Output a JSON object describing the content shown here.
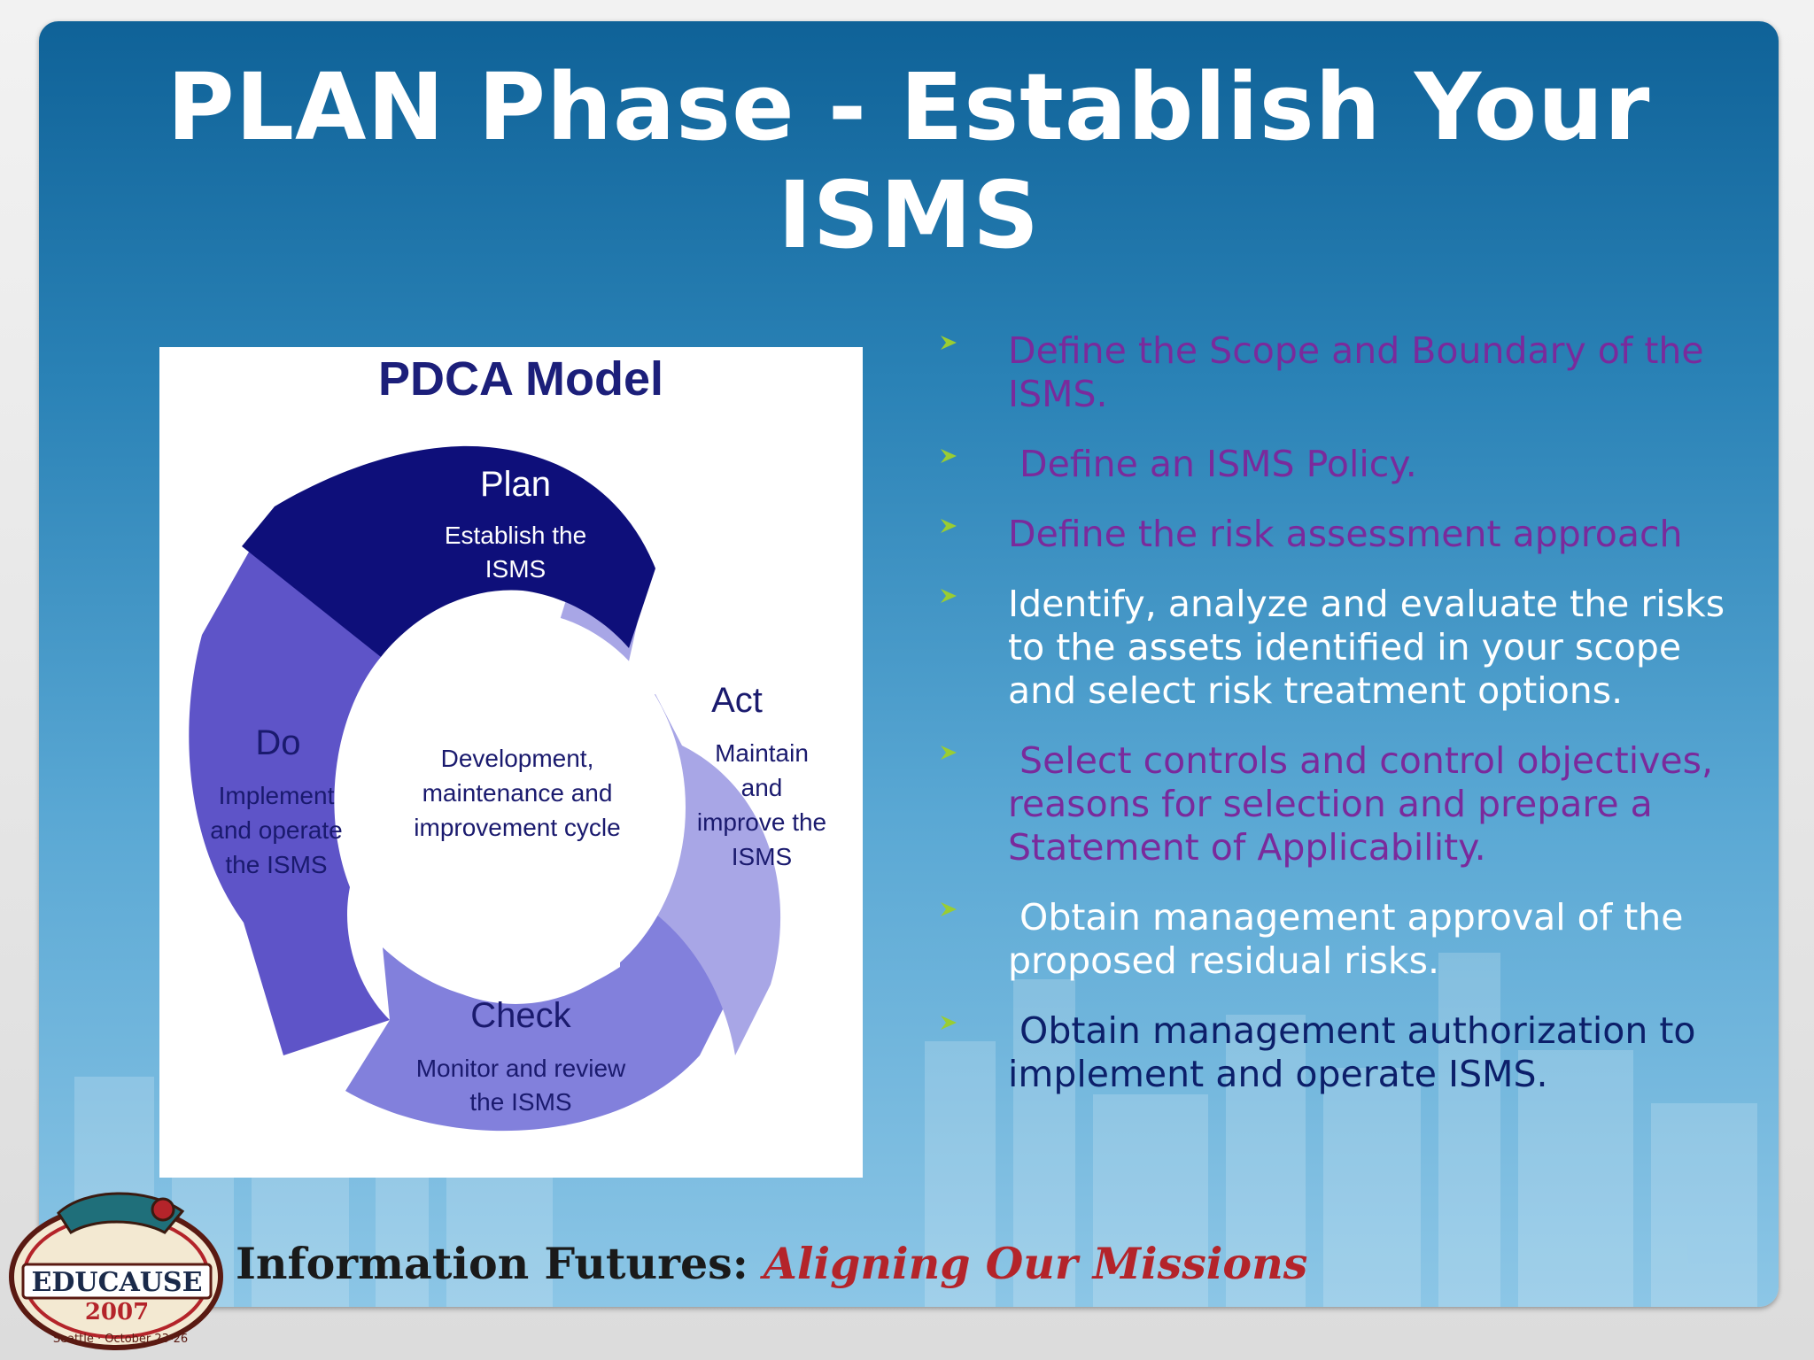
{
  "slide": {
    "title": "PLAN Phase - Establish Your ISMS",
    "title_lines": [
      "PLAN Phase - Establish Your",
      "ISMS"
    ]
  },
  "diagram": {
    "heading": "PDCA Model",
    "center": [
      "Development,",
      "maintenance and",
      "improvement cycle"
    ],
    "segments": [
      {
        "name": "Plan",
        "lines": [
          "Establish the",
          "ISMS"
        ],
        "color": "#0e0f7a"
      },
      {
        "name": "Act",
        "lines": [
          "Maintain",
          "and",
          "improve the",
          "ISMS"
        ],
        "color": "#a8a6e6"
      },
      {
        "name": "Check",
        "lines": [
          "Monitor and review",
          "the ISMS"
        ],
        "color": "#8280dc"
      },
      {
        "name": "Do",
        "lines": [
          "Implement",
          "and operate",
          "the ISMS"
        ],
        "color": "#5e54c8"
      }
    ]
  },
  "bullets": [
    {
      "text": "Define the Scope and Boundary of the ISMS.",
      "color": "purple"
    },
    {
      "text": " Define an ISMS Policy.",
      "color": "purple"
    },
    {
      "text": "Define the risk assessment approach",
      "color": "purple"
    },
    {
      "text": "Identify, analyze and evaluate the risks to the assets identified in your scope and select risk treatment options.",
      "color": "white"
    },
    {
      "text": " Select controls and control objectives,  reasons for selection and prepare a Statement of Applicability.",
      "color": "purple"
    },
    {
      "text": " Obtain management approval of the proposed residual risks.",
      "color": "white"
    },
    {
      "text": " Obtain management authorization to implement and operate ISMS.",
      "color": "navy"
    }
  ],
  "footer": {
    "badge_text": "EDUCAUSE",
    "badge_year": "2007",
    "badge_sub": "Seattle · October 23-26",
    "tagline_prefix": "Information Futures: ",
    "tagline_em": "Aligning Our Missions"
  },
  "colors": {
    "accent_bullet": "#9acd32",
    "purple_text": "#7a2a9c",
    "navy_text": "#0c1f6a"
  }
}
